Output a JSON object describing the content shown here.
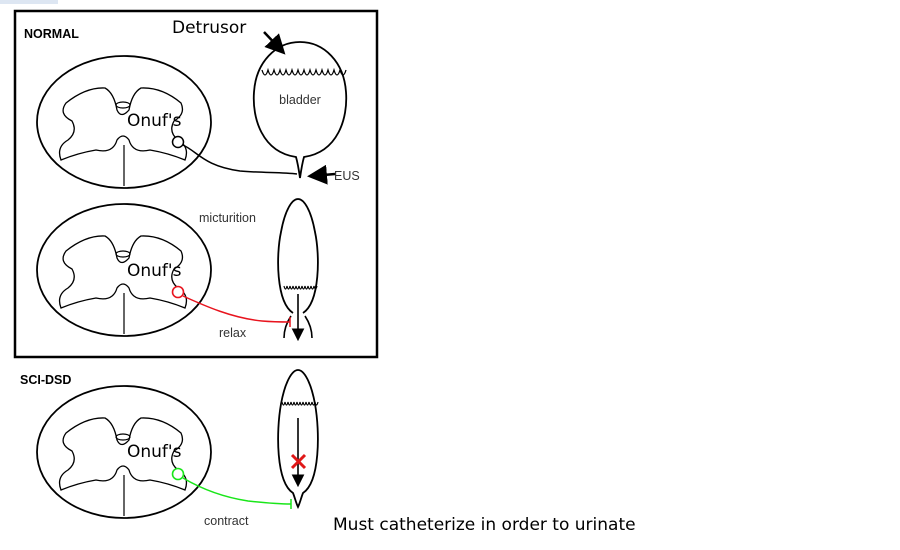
{
  "sections": {
    "normal_label": "NORMAL",
    "sci_dsd_label": "SCI-DSD"
  },
  "labels": {
    "detrusor": "Detrusor",
    "bladder": "bladder",
    "eus": "EUS",
    "onufs": "Onuf's",
    "micturition": "micturition",
    "relax": "relax",
    "contract": "contract"
  },
  "caption": "Must catheterize in order to urinate",
  "colors": {
    "relax_pathway": "#e8141e",
    "contract_pathway": "#19e619",
    "blocked_marker": "#e01818",
    "normal_pathway": "#000000"
  },
  "icons": {
    "blocked_marker": "red-x-icon"
  }
}
